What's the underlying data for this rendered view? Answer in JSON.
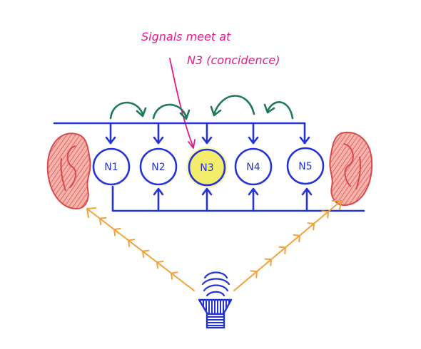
{
  "annotation": {
    "line1": "Signals meet at",
    "line2": "N3 (concidence)"
  },
  "neurons": [
    {
      "label": "N1",
      "highlight": false
    },
    {
      "label": "N2",
      "highlight": false
    },
    {
      "label": "N3",
      "highlight": true
    },
    {
      "label": "N4",
      "highlight": false
    },
    {
      "label": "N5",
      "highlight": false
    }
  ],
  "icons": {
    "left_ear": "ear-icon",
    "right_ear": "ear-icon",
    "sound_source": "speaker-icon"
  },
  "colors": {
    "pathway": "#2433d6",
    "annotation": "#e8188c",
    "delay_arrows": "#1f7a5c",
    "sound_path": "#f2a238",
    "ear": "#f08a84",
    "highlight": "#f6ef7a"
  }
}
